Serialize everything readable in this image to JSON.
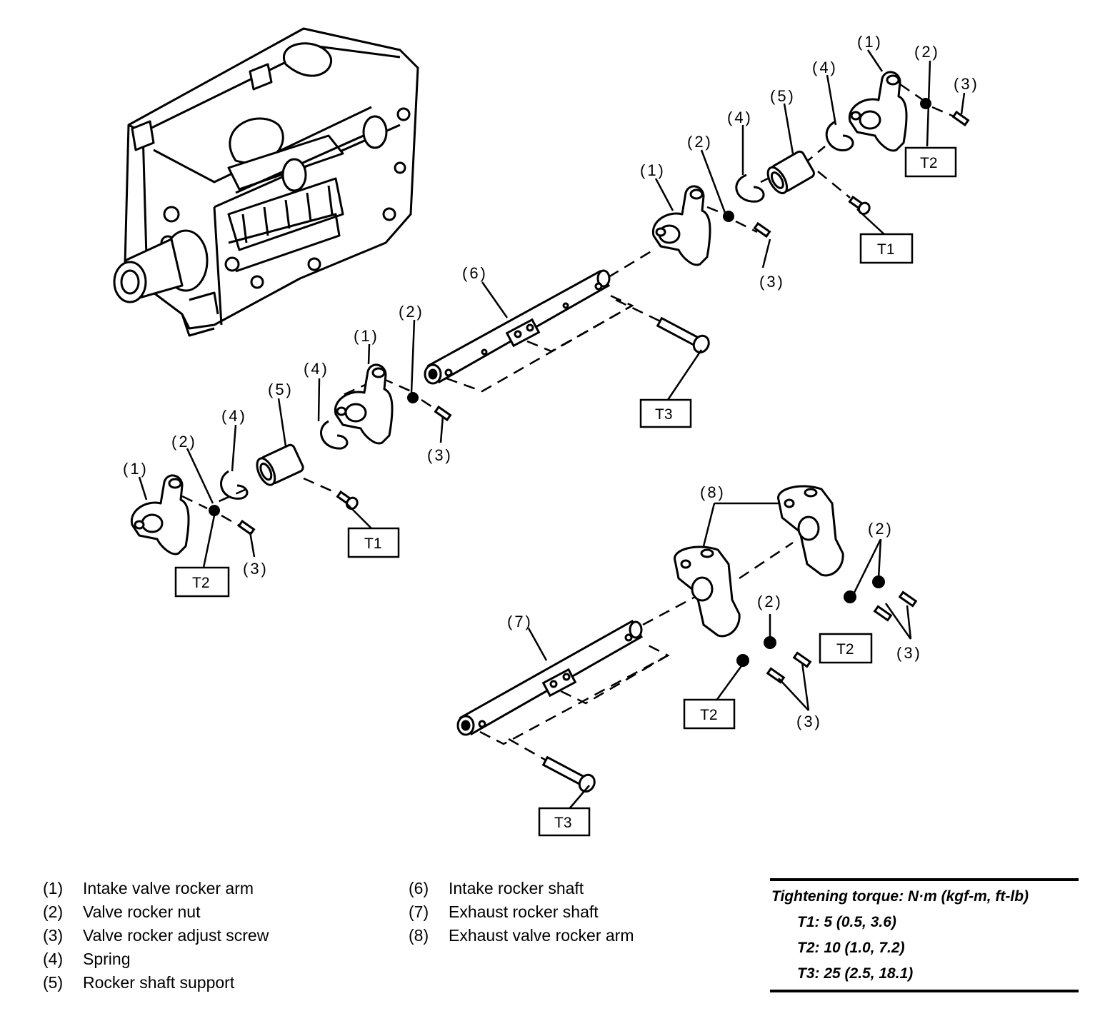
{
  "callouts": {
    "intake_arm": "(1)",
    "rocker_nut": "(2)",
    "adjust_screw": "(3)",
    "spring": "(4)",
    "shaft_support": "(5)",
    "intake_shaft": "(6)",
    "exhaust_shaft": "(7)",
    "exhaust_arm": "(8)"
  },
  "torque_boxes": {
    "t1": "T1",
    "t2": "T2",
    "t3": "T3"
  },
  "legend": {
    "left": [
      {
        "num": "(1)",
        "label": "Intake valve rocker arm"
      },
      {
        "num": "(2)",
        "label": "Valve rocker nut"
      },
      {
        "num": "(3)",
        "label": "Valve rocker adjust screw"
      },
      {
        "num": "(4)",
        "label": "Spring"
      },
      {
        "num": "(5)",
        "label": "Rocker shaft support"
      }
    ],
    "right": [
      {
        "num": "(6)",
        "label": "Intake rocker shaft"
      },
      {
        "num": "(7)",
        "label": "Exhaust rocker shaft"
      },
      {
        "num": "(8)",
        "label": "Exhaust valve rocker arm"
      }
    ]
  },
  "torque_table": {
    "title": "Tightening torque: N·m (kgf-m, ft-lb)",
    "specs": [
      "T1: 5 (0.5, 3.6)",
      "T2: 10 (1.0, 7.2)",
      "T3: 25 (2.5, 18.1)"
    ]
  }
}
